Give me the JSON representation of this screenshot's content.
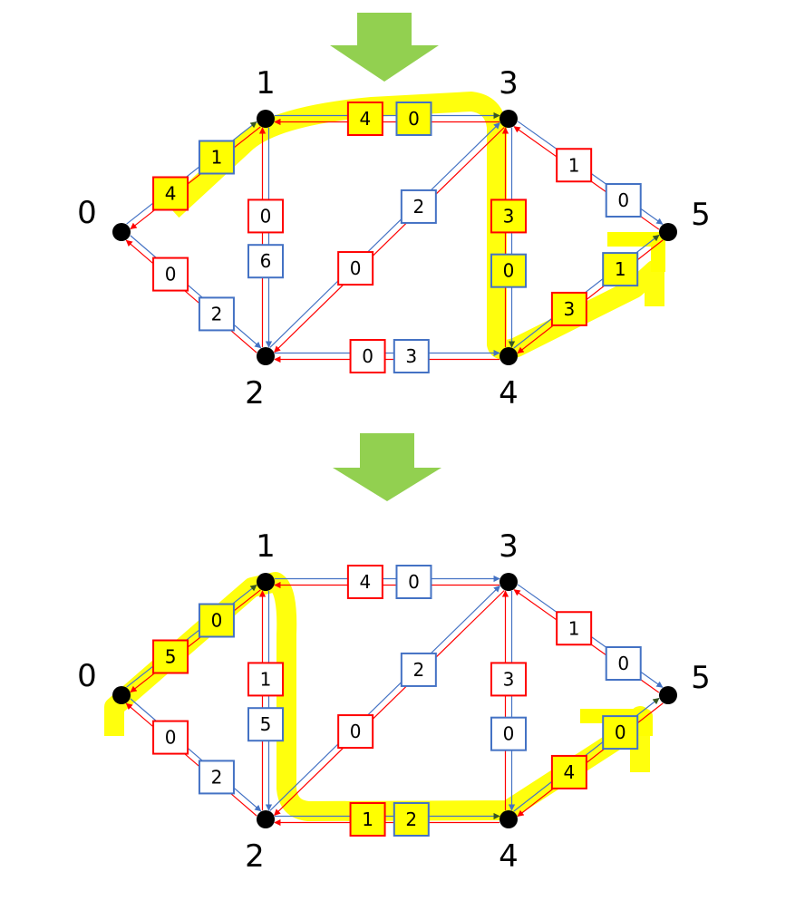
{
  "colors": {
    "forward": "#4472C4",
    "reverse": "#FF0000",
    "highlight": "#FFFF00",
    "step_arrow": "#92D050",
    "node": "#000000",
    "path_arrowhead": "#375623"
  },
  "panels": [
    {
      "step_arrow": "down-arrow",
      "nodes": [
        {
          "id": "0",
          "label": "0"
        },
        {
          "id": "1",
          "label": "1"
        },
        {
          "id": "2",
          "label": "2"
        },
        {
          "id": "3",
          "label": "3"
        },
        {
          "id": "4",
          "label": "4"
        },
        {
          "id": "5",
          "label": "5"
        }
      ],
      "edges": [
        {
          "name": "edge-0-1",
          "from": "0",
          "to": "1",
          "forward_value": "1",
          "reverse_value": "4",
          "forward_highlight": true,
          "reverse_highlight": true
        },
        {
          "name": "edge-0-2",
          "from": "0",
          "to": "2",
          "forward_value": "2",
          "reverse_value": "0",
          "forward_highlight": false,
          "reverse_highlight": false
        },
        {
          "name": "edge-1-3",
          "from": "1",
          "to": "3",
          "forward_value": "0",
          "reverse_value": "4",
          "forward_highlight": true,
          "reverse_highlight": true
        },
        {
          "name": "edge-1-2",
          "from": "1",
          "to": "2",
          "forward_value": "6",
          "reverse_value": "0",
          "forward_highlight": false,
          "reverse_highlight": false
        },
        {
          "name": "edge-2-3",
          "from": "2",
          "to": "3",
          "forward_value": "2",
          "reverse_value": "0",
          "forward_highlight": false,
          "reverse_highlight": false
        },
        {
          "name": "edge-2-4",
          "from": "2",
          "to": "4",
          "forward_value": "3",
          "reverse_value": "0",
          "forward_highlight": false,
          "reverse_highlight": false
        },
        {
          "name": "edge-3-4",
          "from": "3",
          "to": "4",
          "forward_value": "0",
          "reverse_value": "3",
          "forward_highlight": true,
          "reverse_highlight": true
        },
        {
          "name": "edge-3-5",
          "from": "3",
          "to": "5",
          "forward_value": "0",
          "reverse_value": "1",
          "forward_highlight": false,
          "reverse_highlight": false
        },
        {
          "name": "edge-4-5",
          "from": "4",
          "to": "5",
          "forward_value": "1",
          "reverse_value": "3",
          "forward_highlight": true,
          "reverse_highlight": true
        }
      ]
    },
    {
      "step_arrow": "down-arrow",
      "nodes": [
        {
          "id": "0",
          "label": "0"
        },
        {
          "id": "1",
          "label": "1"
        },
        {
          "id": "2",
          "label": "2"
        },
        {
          "id": "3",
          "label": "3"
        },
        {
          "id": "4",
          "label": "4"
        },
        {
          "id": "5",
          "label": "5"
        }
      ],
      "edges": [
        {
          "name": "edge-0-1",
          "from": "0",
          "to": "1",
          "forward_value": "0",
          "reverse_value": "5",
          "forward_highlight": true,
          "reverse_highlight": true
        },
        {
          "name": "edge-0-2",
          "from": "0",
          "to": "2",
          "forward_value": "2",
          "reverse_value": "0",
          "forward_highlight": false,
          "reverse_highlight": false
        },
        {
          "name": "edge-1-3",
          "from": "1",
          "to": "3",
          "forward_value": "0",
          "reverse_value": "4",
          "forward_highlight": false,
          "reverse_highlight": false
        },
        {
          "name": "edge-1-2",
          "from": "1",
          "to": "2",
          "forward_value": "5",
          "reverse_value": "1",
          "forward_highlight": false,
          "reverse_highlight": false
        },
        {
          "name": "edge-2-3",
          "from": "2",
          "to": "3",
          "forward_value": "2",
          "reverse_value": "0",
          "forward_highlight": false,
          "reverse_highlight": false
        },
        {
          "name": "edge-2-4",
          "from": "2",
          "to": "4",
          "forward_value": "2",
          "reverse_value": "1",
          "forward_highlight": true,
          "reverse_highlight": true
        },
        {
          "name": "edge-3-4",
          "from": "3",
          "to": "4",
          "forward_value": "0",
          "reverse_value": "3",
          "forward_highlight": false,
          "reverse_highlight": false
        },
        {
          "name": "edge-3-5",
          "from": "3",
          "to": "5",
          "forward_value": "0",
          "reverse_value": "1",
          "forward_highlight": false,
          "reverse_highlight": false
        },
        {
          "name": "edge-4-5",
          "from": "4",
          "to": "5",
          "forward_value": "0",
          "reverse_value": "4",
          "forward_highlight": true,
          "reverse_highlight": true
        }
      ]
    }
  ]
}
